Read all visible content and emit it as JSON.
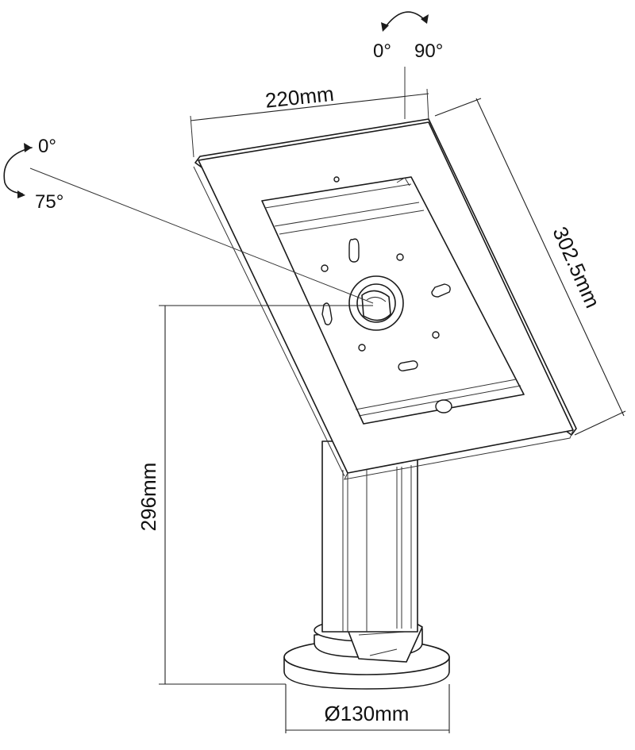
{
  "labels": {
    "swivel_start": "0°",
    "swivel_end": "90°",
    "tilt_start": "0°",
    "tilt_end": "75°",
    "width": "220mm",
    "height": "302.5mm",
    "stand_height": "296mm",
    "base_diameter": "Ø130mm"
  },
  "colors": {
    "line": "#1a1a1a",
    "background": "#ffffff"
  }
}
